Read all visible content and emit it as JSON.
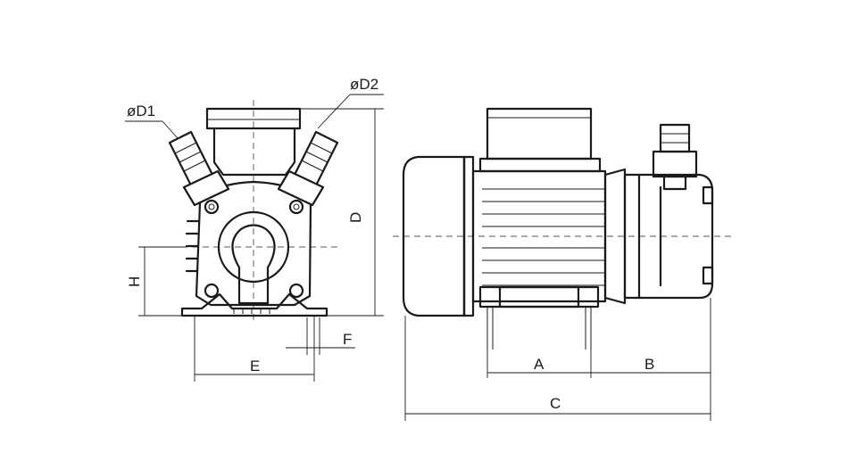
{
  "labels": {
    "d1": "øD1",
    "d2": "øD2",
    "d": "D",
    "h": "H",
    "e": "E",
    "f": "F",
    "a": "A",
    "b": "B",
    "c": "C"
  },
  "colors": {
    "line": "#1a1a1a",
    "background": "#ffffff"
  }
}
